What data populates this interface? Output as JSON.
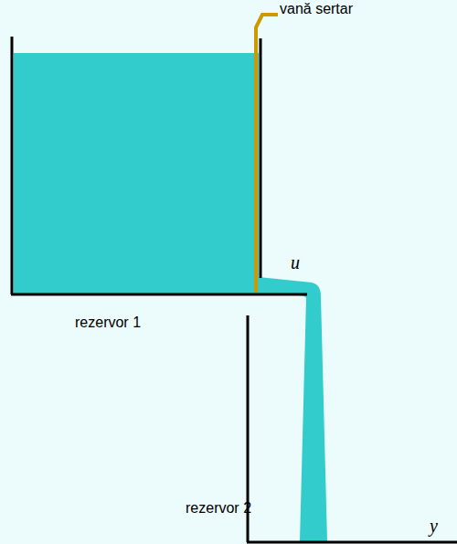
{
  "diagram": {
    "labels": [
      "vană sertar",
      "u",
      "rezervor 1",
      "rezervor 2",
      "y"
    ]
  }
}
